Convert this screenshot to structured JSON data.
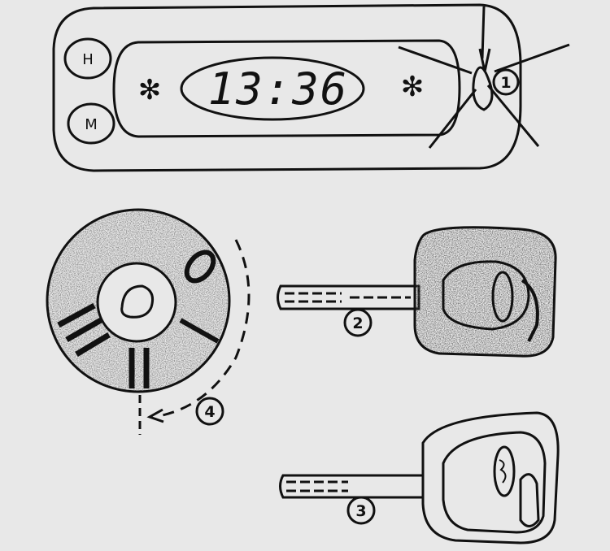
{
  "clock": {
    "time": "13:36",
    "hour_button": "H",
    "minute_button": "M",
    "snowflake_glyph": "✻"
  },
  "ignition": {
    "position_labels": [
      "0",
      "I",
      "II",
      "III"
    ]
  },
  "callouts": [
    "1",
    "2",
    "3",
    "4"
  ],
  "colors": {
    "ink": "#111111",
    "paper": "#e8e8e8",
    "stipple": "#9a9a9a"
  }
}
